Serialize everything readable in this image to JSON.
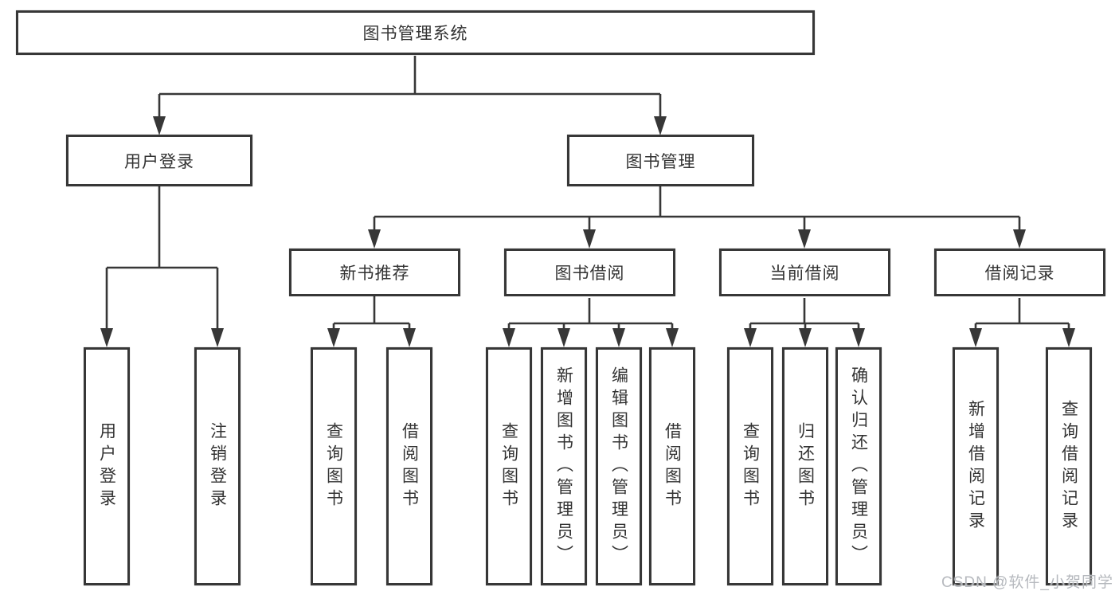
{
  "colors": {
    "line": "#373737",
    "text": "#333333",
    "background": "#ffffff",
    "watermark": "#b2b5ba"
  },
  "tree": {
    "label": "图书管理系统",
    "children": [
      {
        "label": "用户登录",
        "children": [
          {
            "label": "用户登录"
          },
          {
            "label": "注销登录"
          }
        ]
      },
      {
        "label": "图书管理",
        "children": [
          {
            "label": "新书推荐",
            "children": [
              {
                "label": "查询图书"
              },
              {
                "label": "借阅图书"
              }
            ]
          },
          {
            "label": "图书借阅",
            "children": [
              {
                "label": "查询图书"
              },
              {
                "label": "新增图书（管理员）"
              },
              {
                "label": "编辑图书（管理员）"
              },
              {
                "label": "借阅图书"
              }
            ]
          },
          {
            "label": "当前借阅",
            "children": [
              {
                "label": "查询图书"
              },
              {
                "label": "归还图书"
              },
              {
                "label": "确认归还（管理员）"
              }
            ]
          },
          {
            "label": "借阅记录",
            "children": [
              {
                "label": "新增借阅记录"
              },
              {
                "label": "查询借阅记录"
              }
            ]
          }
        ]
      }
    ]
  },
  "watermark": {
    "text": "CSDN @软件_小贺同学"
  }
}
